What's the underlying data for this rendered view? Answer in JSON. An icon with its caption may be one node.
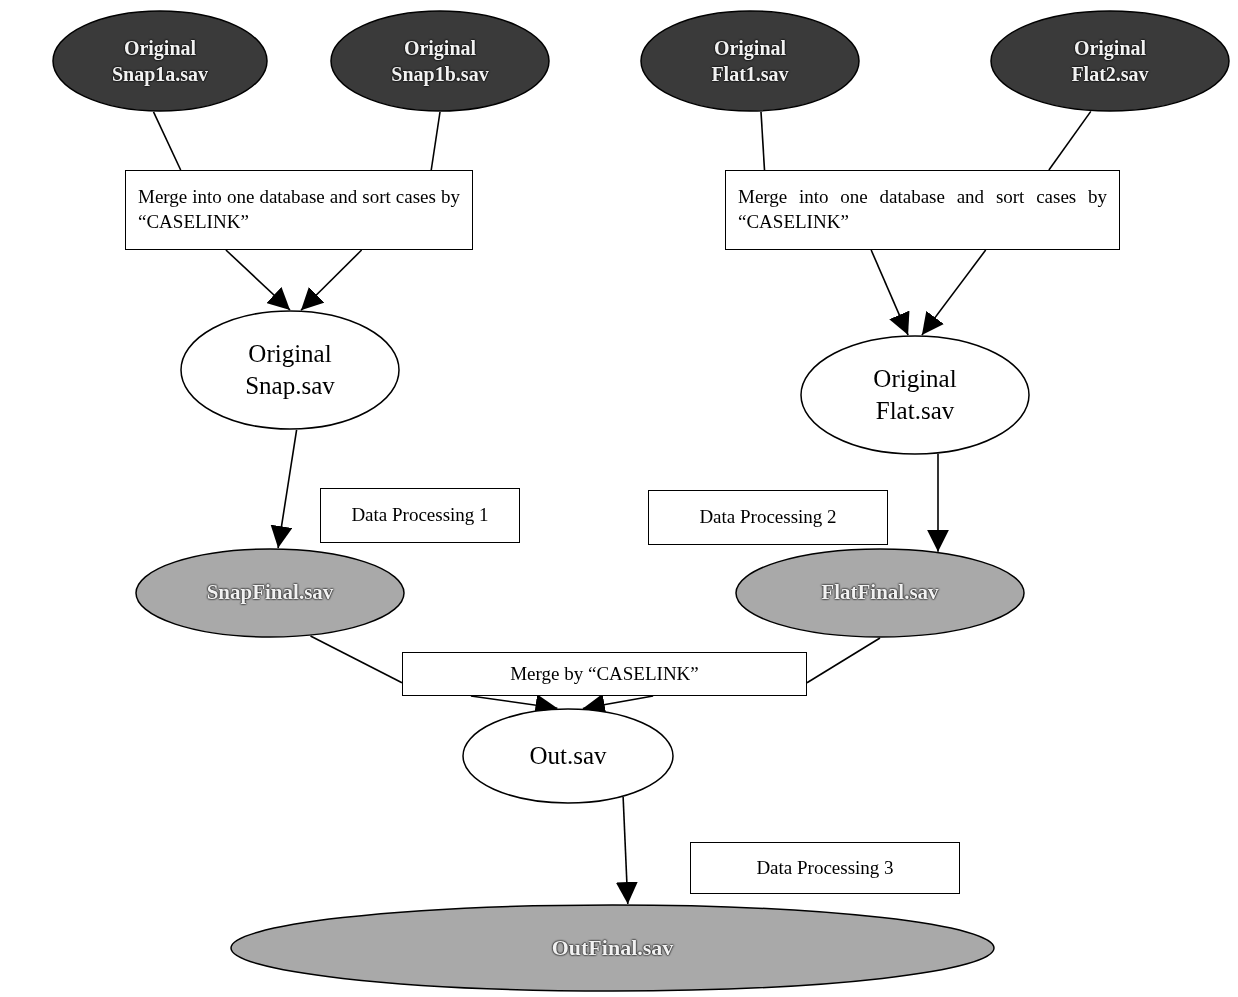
{
  "diagram": {
    "nodes": [
      {
        "text": [
          "Original Snap1a.sav"
        ]
      },
      {
        "text": [
          "Original Snap1b.sav"
        ]
      },
      {
        "text": [
          "Original Flat1.sav"
        ]
      },
      {
        "text": [
          "Original Flat2.sav"
        ]
      },
      {
        "text": [
          "Merge into one database and sort cases by “CASELINK”"
        ]
      },
      {
        "text": [
          "Merge into one database and sort cases by “CASELINK”"
        ]
      },
      {
        "text": [
          "Original Snap.sav"
        ]
      },
      {
        "text": [
          "Original Flat.sav"
        ]
      },
      {
        "text": [
          "Data Processing 1"
        ]
      },
      {
        "text": [
          "Data Processing 2"
        ]
      },
      {
        "text": [
          "SnapFinal.sav"
        ]
      },
      {
        "text": [
          "FlatFinal.sav"
        ]
      },
      {
        "text": [
          "Merge by “CASELINK”"
        ]
      },
      {
        "text": [
          "Out.sav"
        ]
      },
      {
        "text": [
          "Data Processing 3"
        ]
      },
      {
        "text": [
          "OutFinal.sav"
        ]
      }
    ],
    "edges": [
      {
        "from": 0,
        "to": 4,
        "arrow": "none"
      },
      {
        "from": 1,
        "to": 4,
        "arrow": "none"
      },
      {
        "from": 4,
        "to": 6,
        "arrow": "to"
      },
      {
        "from": 4,
        "to": 6,
        "arrow": "to"
      },
      {
        "from": 2,
        "to": 5,
        "arrow": "none"
      },
      {
        "from": 3,
        "to": 5,
        "arrow": "none"
      },
      {
        "from": 5,
        "to": 7,
        "arrow": "to"
      },
      {
        "from": 5,
        "to": 7,
        "arrow": "to"
      },
      {
        "from": 6,
        "to": 10,
        "arrow": "to"
      },
      {
        "from": 7,
        "to": 11,
        "arrow": "to"
      },
      {
        "from": 10,
        "to": 12,
        "arrow": "none"
      },
      {
        "from": 11,
        "to": 12,
        "arrow": "none"
      },
      {
        "from": 12,
        "to": 13,
        "arrow": "to"
      },
      {
        "from": 12,
        "to": 13,
        "arrow": "to"
      },
      {
        "from": 13,
        "to": 15,
        "arrow": "to"
      }
    ]
  }
}
